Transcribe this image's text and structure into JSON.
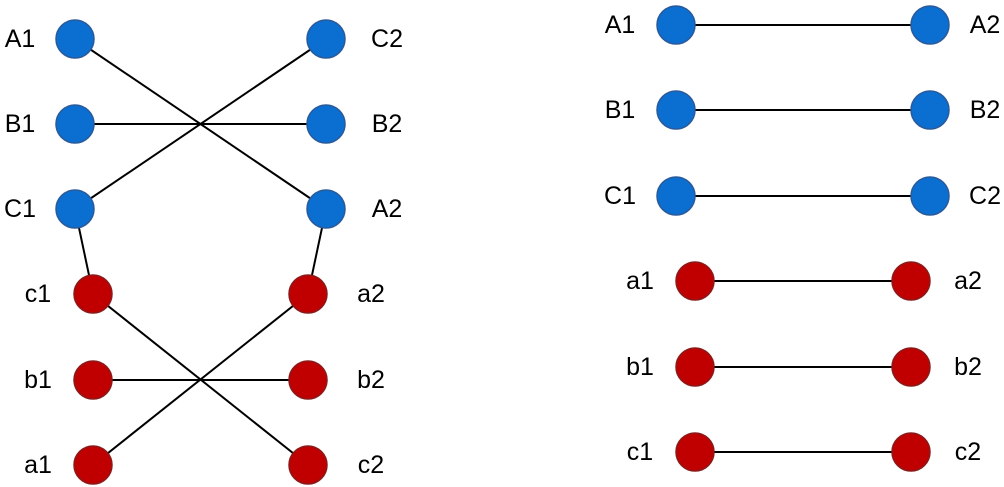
{
  "colors": {
    "blue_node": "#0a6fd0",
    "red_node": "#c00000",
    "edge": "#000000"
  },
  "left_diagram": {
    "left_nodes": [
      {
        "id": "A1",
        "label": "A1",
        "color": "blue"
      },
      {
        "id": "B1",
        "label": "B1",
        "color": "blue"
      },
      {
        "id": "C1",
        "label": "C1",
        "color": "blue"
      },
      {
        "id": "c1",
        "label": "c1",
        "color": "red"
      },
      {
        "id": "b1",
        "label": "b1",
        "color": "red"
      },
      {
        "id": "a1",
        "label": "a1",
        "color": "red"
      }
    ],
    "right_nodes": [
      {
        "id": "C2",
        "label": "C2",
        "color": "blue"
      },
      {
        "id": "B2",
        "label": "B2",
        "color": "blue"
      },
      {
        "id": "A2",
        "label": "A2",
        "color": "blue"
      },
      {
        "id": "a2",
        "label": "a2",
        "color": "red"
      },
      {
        "id": "b2",
        "label": "b2",
        "color": "red"
      },
      {
        "id": "c2",
        "label": "c2",
        "color": "red"
      }
    ],
    "edges": [
      [
        "A1",
        "A2"
      ],
      [
        "B1",
        "B2"
      ],
      [
        "C1",
        "C2"
      ],
      [
        "C1",
        "c1"
      ],
      [
        "A2",
        "a2"
      ],
      [
        "c1",
        "c2"
      ],
      [
        "b1",
        "b2"
      ],
      [
        "a1",
        "a2"
      ]
    ]
  },
  "right_diagram": {
    "left_nodes": [
      {
        "id": "A1",
        "label": "A1",
        "color": "blue"
      },
      {
        "id": "B1",
        "label": "B1",
        "color": "blue"
      },
      {
        "id": "C1",
        "label": "C1",
        "color": "blue"
      },
      {
        "id": "a1",
        "label": "a1",
        "color": "red"
      },
      {
        "id": "b1",
        "label": "b1",
        "color": "red"
      },
      {
        "id": "c1",
        "label": "c1",
        "color": "red"
      }
    ],
    "right_nodes": [
      {
        "id": "A2",
        "label": "A2",
        "color": "blue"
      },
      {
        "id": "B2",
        "label": "B2",
        "color": "blue"
      },
      {
        "id": "C2",
        "label": "C2",
        "color": "blue"
      },
      {
        "id": "a2",
        "label": "a2",
        "color": "red"
      },
      {
        "id": "b2",
        "label": "b2",
        "color": "red"
      },
      {
        "id": "c2",
        "label": "c2",
        "color": "red"
      }
    ],
    "edges": [
      [
        "A1",
        "A2"
      ],
      [
        "B1",
        "B2"
      ],
      [
        "C1",
        "C2"
      ],
      [
        "a1",
        "a2"
      ],
      [
        "b1",
        "b2"
      ],
      [
        "c1",
        "c2"
      ]
    ]
  }
}
